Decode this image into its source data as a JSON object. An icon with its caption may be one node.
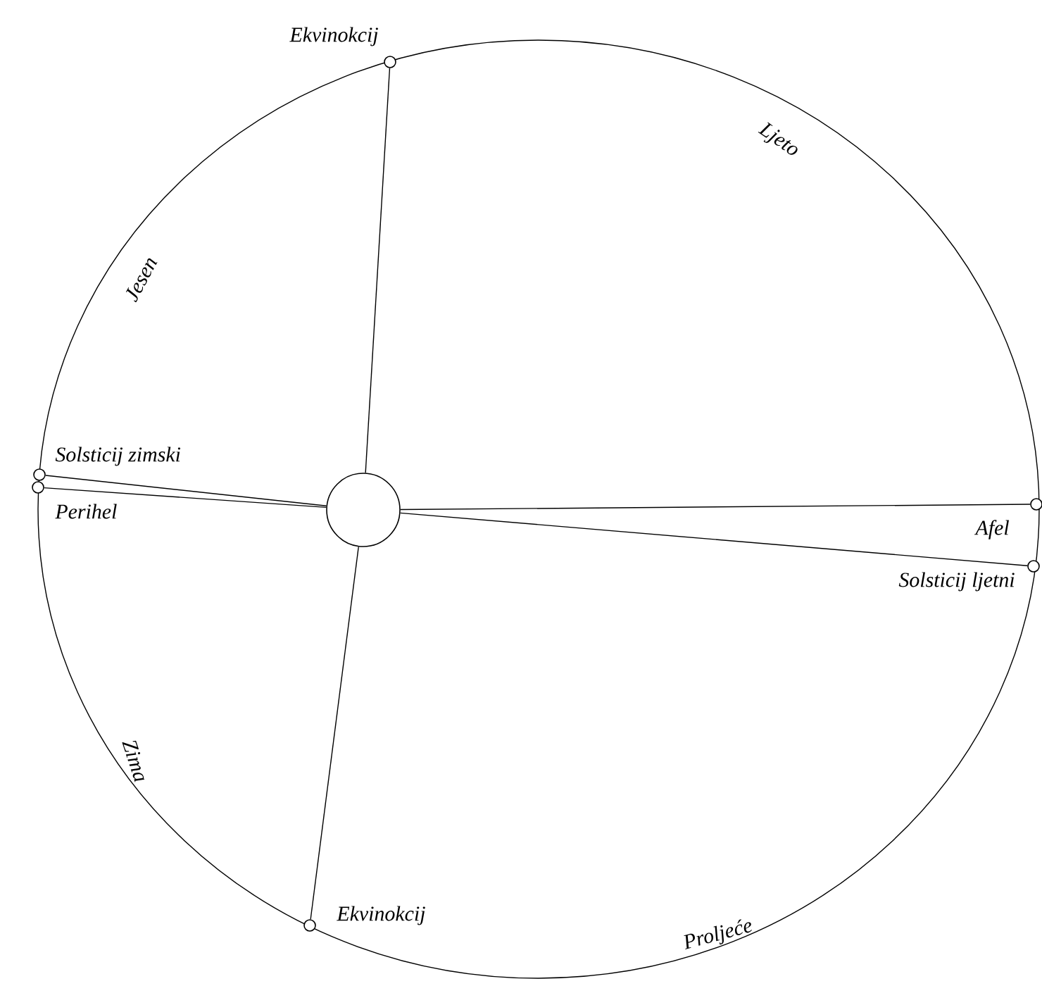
{
  "diagram": {
    "nodes": [
      {
        "text": [],
        "shape": "circle",
        "beside": [
          "Ekvinokcij"
        ]
      },
      {
        "text": [],
        "shape": "circle",
        "beside": [
          "Solsticij zimski"
        ]
      },
      {
        "text": [],
        "shape": "circle"
      },
      {
        "text": [],
        "shape": "circle",
        "beside": [
          "Perihel"
        ]
      },
      {
        "text": [],
        "shape": "circle",
        "beside": [
          "Afel"
        ]
      },
      {
        "text": [],
        "shape": "circle",
        "beside": [
          "Solsticij ljetni"
        ]
      },
      {
        "text": [],
        "shape": "circle",
        "beside": [
          "Ekvinokcij"
        ]
      }
    ],
    "edges": [
      {
        "from": 0,
        "to": 2,
        "arrow": "none"
      },
      {
        "from": 1,
        "to": 2,
        "arrow": "none"
      },
      {
        "from": 3,
        "to": 2,
        "arrow": "none"
      },
      {
        "from": 2,
        "to": 4,
        "arrow": "none"
      },
      {
        "from": 2,
        "to": 5,
        "arrow": "none"
      },
      {
        "from": 2,
        "to": 6,
        "arrow": "none"
      }
    ],
    "labels": [
      "Ljeto",
      "Jesen",
      "Zima",
      "Proljeće"
    ]
  }
}
